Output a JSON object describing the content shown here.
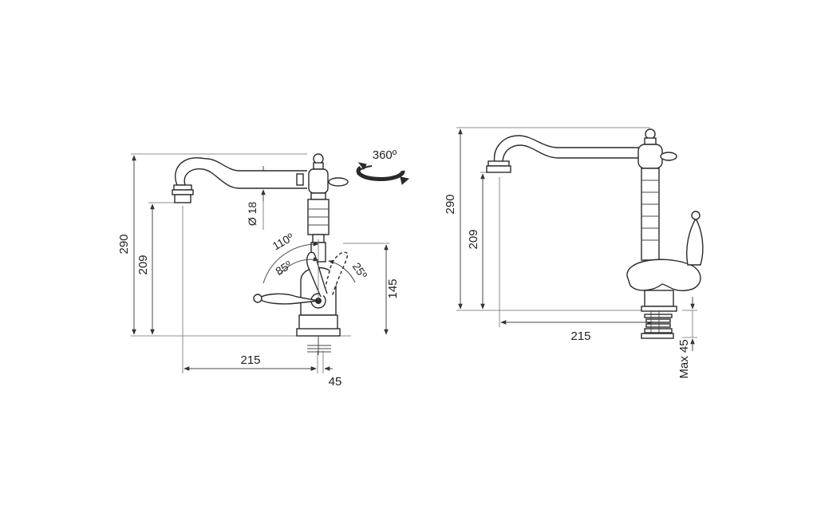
{
  "diagram": {
    "left_view": {
      "height_total": "290",
      "height_spout": "209",
      "reach": "215",
      "base_offset": "45",
      "body_height": "145",
      "pipe_diameter": "Ø 18",
      "rotation": "360º",
      "angle_110": "110º",
      "angle_85": "85º",
      "angle_25": "25º"
    },
    "right_view": {
      "height_total": "290",
      "height_spout": "209",
      "reach": "215",
      "max_thickness": "Max 45"
    }
  }
}
